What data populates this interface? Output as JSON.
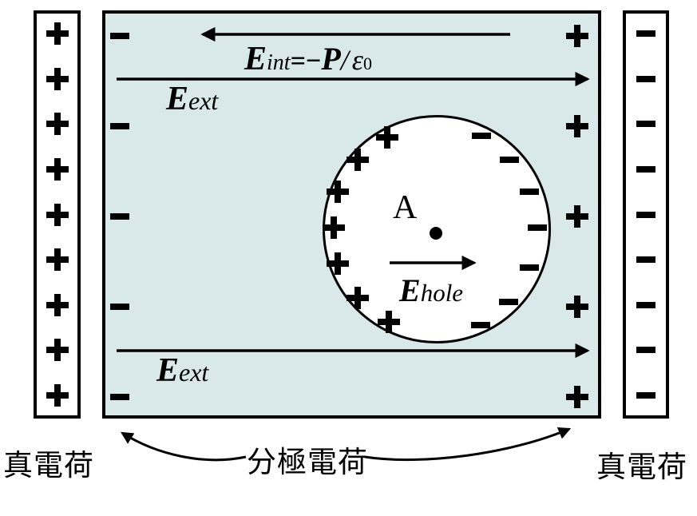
{
  "labels": {
    "e_int": {
      "e": "E",
      "sub": "int",
      "eq": "=−",
      "p": "P",
      "slash": "/",
      "eps": "ε",
      "zero": "0"
    },
    "e_ext_top": {
      "e": "E",
      "sub": "ext"
    },
    "e_ext_bottom": {
      "e": "E",
      "sub": "ext"
    },
    "e_hole": {
      "e": "E",
      "sub": "hole"
    },
    "point_a": "A",
    "true_charge_left": "真電荷",
    "polarization_charge": "分極電荷",
    "true_charge_right": "真電荷"
  },
  "charges": {
    "left_plate": {
      "symbol": "plus",
      "count": 9
    },
    "right_plate": {
      "symbol": "minus",
      "count": 9
    },
    "dielectric_left_edge": {
      "symbol": "minus",
      "count": 5
    },
    "dielectric_right_edge": {
      "symbol": "plus",
      "count": 5
    },
    "hole_left_arc": {
      "symbol": "plus",
      "count": 7
    },
    "hole_right_arc": {
      "symbol": "minus",
      "count": 7
    }
  },
  "colors": {
    "dielectric_fill": "#d9e8e8",
    "stroke": "#000000",
    "background": "#ffffff"
  }
}
